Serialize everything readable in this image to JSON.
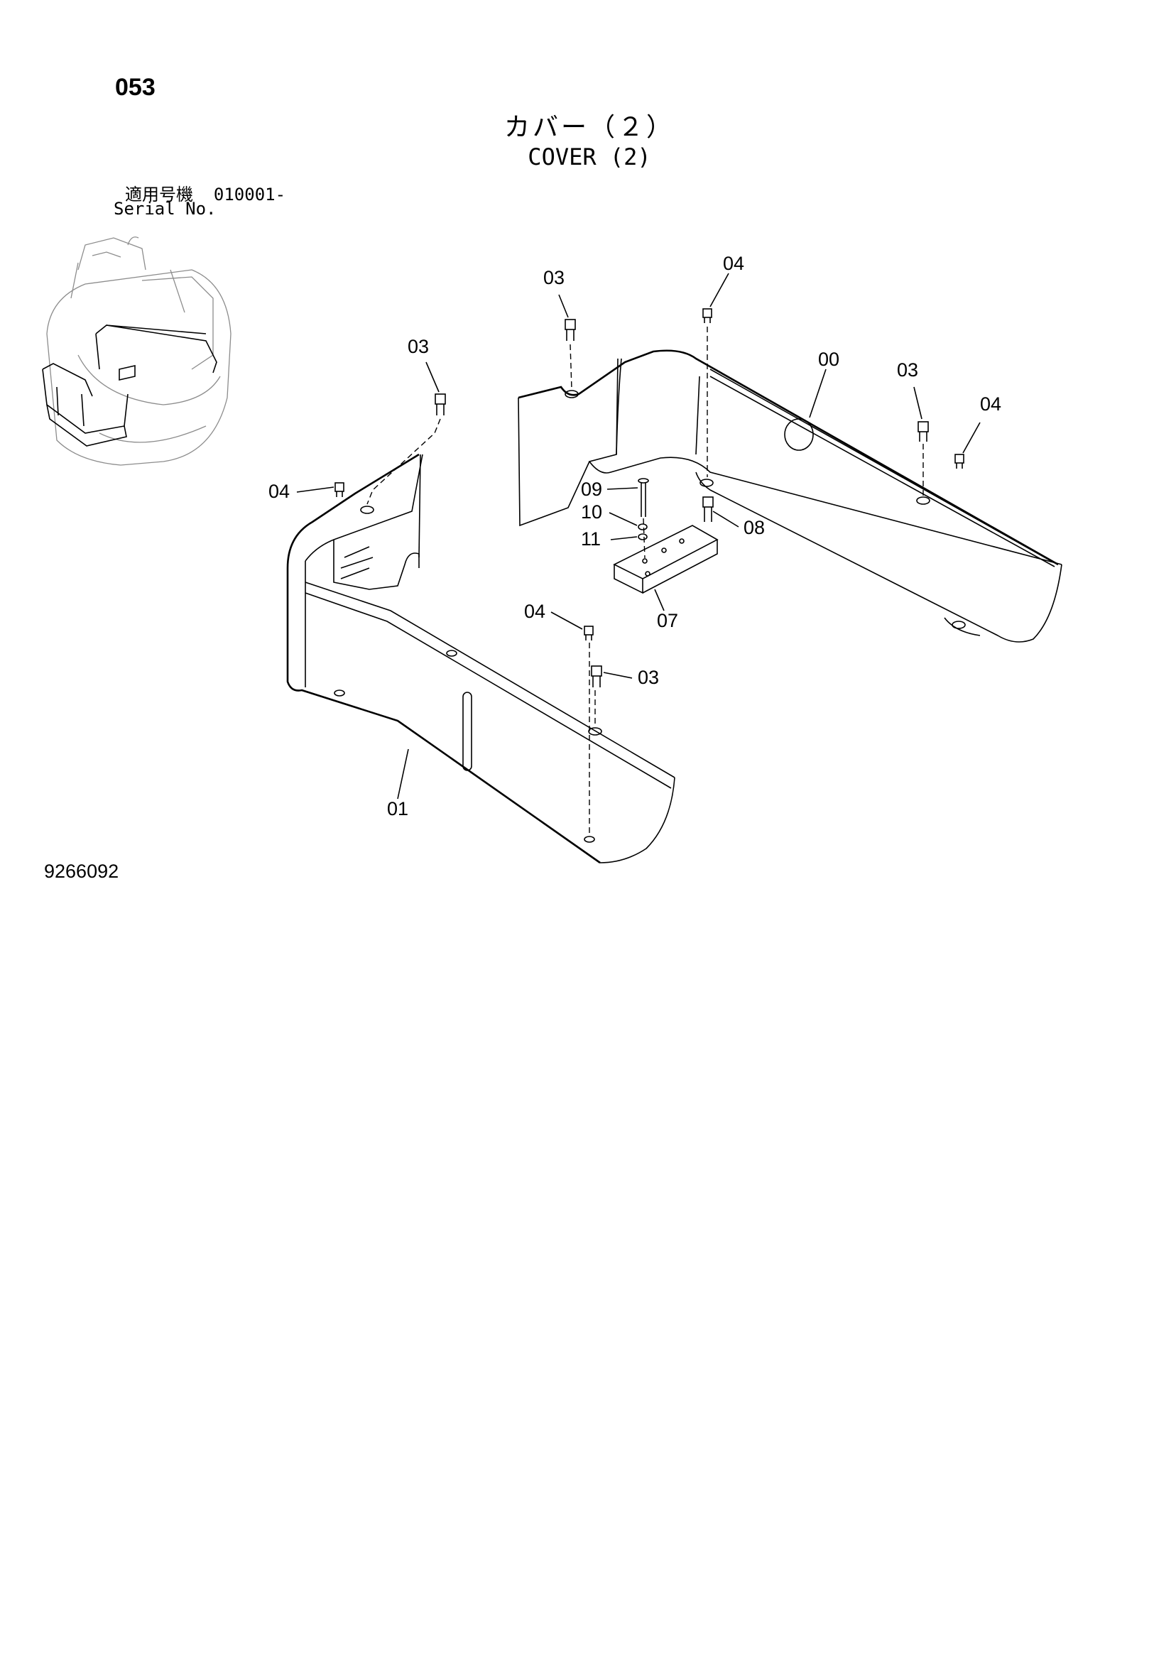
{
  "page": {
    "code": "053",
    "title_jp": "カバー（２）",
    "title_en": "COVER (2)",
    "serial_label_jp": "適用号機",
    "serial_value": "010001-",
    "serial_label_en": "Serial No.",
    "document_number": "9266092"
  },
  "callouts": [
    {
      "id": "c01",
      "label": "03"
    },
    {
      "id": "c02",
      "label": "04"
    },
    {
      "id": "c03",
      "label": "03"
    },
    {
      "id": "c04",
      "label": "00"
    },
    {
      "id": "c05",
      "label": "03"
    },
    {
      "id": "c06",
      "label": "04"
    },
    {
      "id": "c07",
      "label": "04"
    },
    {
      "id": "c08",
      "label": "09"
    },
    {
      "id": "c09",
      "label": "10"
    },
    {
      "id": "c10",
      "label": "11"
    },
    {
      "id": "c11",
      "label": "08"
    },
    {
      "id": "c12",
      "label": "07"
    },
    {
      "id": "c13",
      "label": "04"
    },
    {
      "id": "c14",
      "label": "03"
    },
    {
      "id": "c15",
      "label": "01"
    }
  ]
}
